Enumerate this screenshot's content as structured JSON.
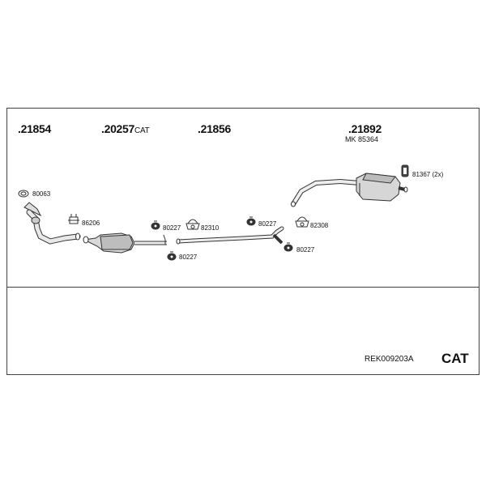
{
  "groups": [
    {
      "number": ".21854",
      "suffix": ""
    },
    {
      "number": ".20257",
      "suffix": "CAT"
    },
    {
      "number": ".21856",
      "suffix": ""
    },
    {
      "number": ".21892",
      "suffix": "",
      "subtitle": "MK  85364"
    }
  ],
  "parts": {
    "p80063": "80063",
    "p86206": "86206",
    "p80227_a": "80227",
    "p82310": "82310",
    "p80227_b": "80227",
    "p80227_c": "80227",
    "p82308": "82308",
    "p80227_d": "80227",
    "p81367": "81367 (2x)"
  },
  "footer": {
    "code": "REK009203A",
    "tag": "CAT"
  }
}
